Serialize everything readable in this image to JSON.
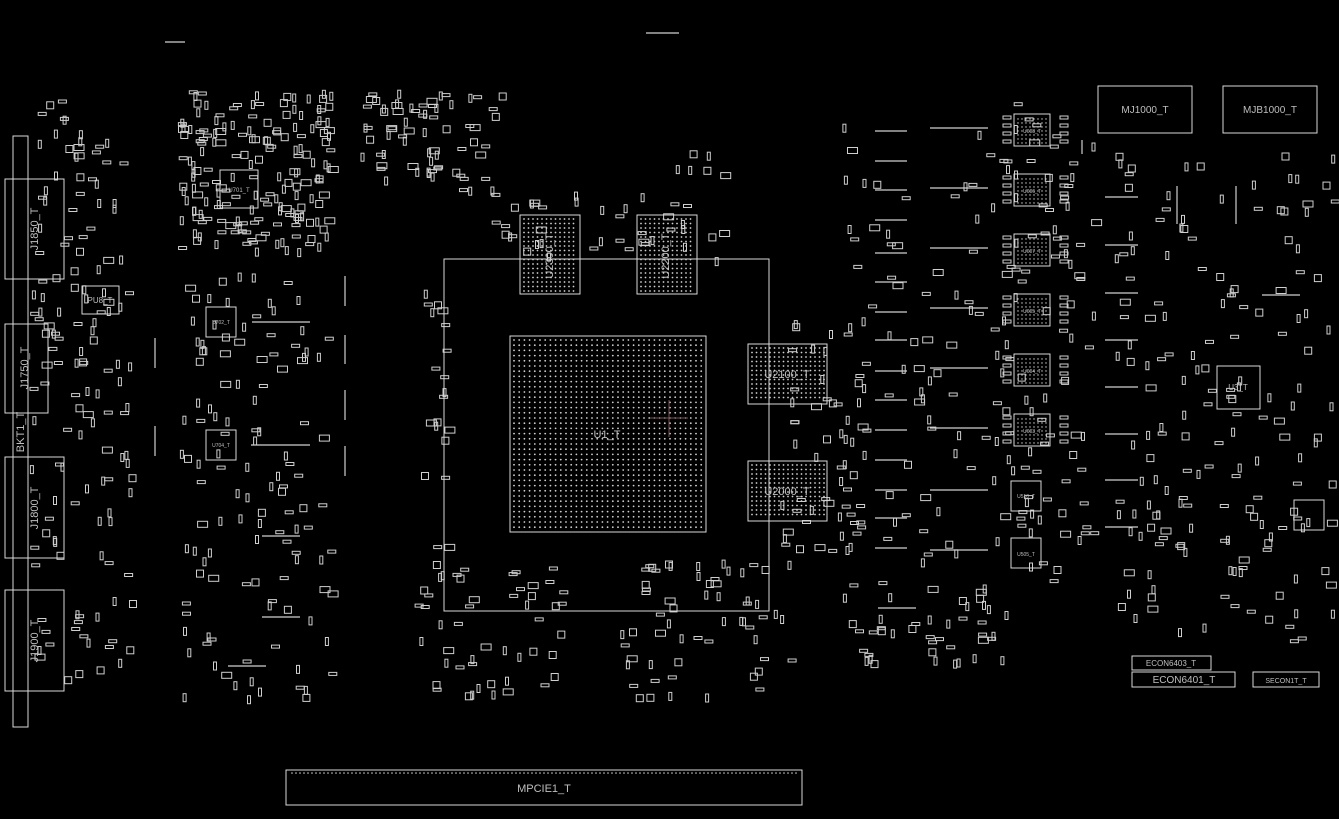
{
  "viewer": {
    "background": "#000000",
    "outline_color": "#d9d9d9",
    "marker_color": "#7a5050"
  },
  "labels": {
    "cpu": "U1_T",
    "u2100": "U2100_T",
    "u2000": "U2000_T",
    "u2300": "U2300_T",
    "u2200": "U2200_T",
    "j1850": "J1850_T",
    "j1750": "J1750_T",
    "j1800": "J1800_T",
    "j1900": "J1900_T",
    "bkt1": "BKT1_T",
    "pu8": "PU8_T",
    "u701": "U701_T",
    "u702": "U702_T",
    "u704": "U704_T",
    "mpcie1": "MPCIE1_T",
    "mj1000": "MJ1000_T",
    "mjb1000": "MJB1000_T",
    "econ6403": "ECON6403_T",
    "econ6401": "ECON6401_T",
    "secon1": "SECON1T_T",
    "u510": "U510_T",
    "u505": "U505_T",
    "u3": "U3_T",
    "ram_chips": [
      "U608_T",
      "U606_T",
      "U607_T",
      "U605_T",
      "U604_T",
      "U603_T"
    ]
  }
}
